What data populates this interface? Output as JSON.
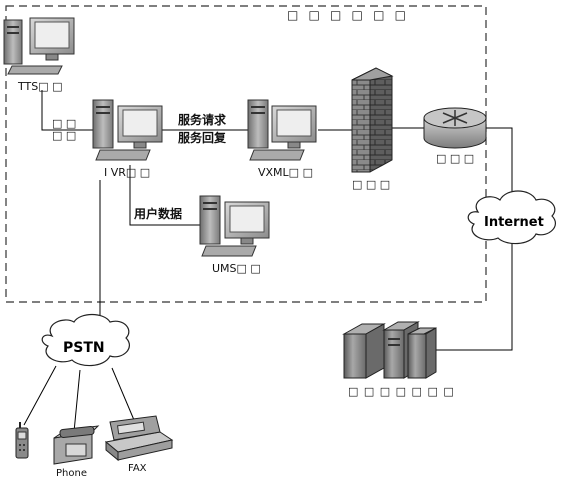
{
  "title_boxes": "□ □ □ □ □ □",
  "nodes": {
    "tts": "TTS□ □",
    "tts_link": "□ □\n□ □",
    "ivr": "I VR□ □",
    "vxml": "VXML□ □",
    "ums": "UMS□ □",
    "firewall": "□ □ □",
    "router": "□ □ □",
    "server_rack": "□ □ □ □ □ □ □",
    "phone": "Phone",
    "fax": "FAX"
  },
  "edges": {
    "service_request": "服务请求",
    "service_reply": "服务回复",
    "user_data": "用户数据"
  },
  "clouds": {
    "internet": "Internet",
    "pstn": "PSTN"
  },
  "colors": {
    "line": "#000000",
    "dash": "#333333",
    "device_gray": "#9a9a9a",
    "screen": "#e6e6e6"
  }
}
